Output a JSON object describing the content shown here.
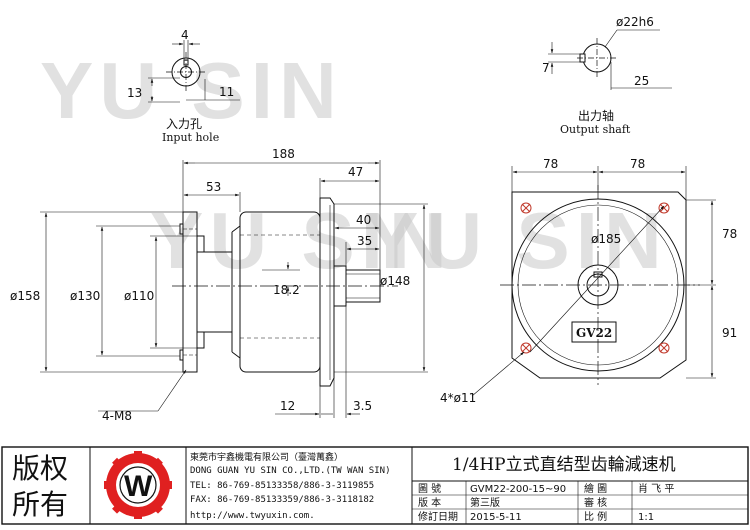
{
  "watermarks": [
    "YU SIN",
    "YU SIN",
    "YU SIN"
  ],
  "input_hole": {
    "label_cn": "入力孔",
    "label_en": "Input hole",
    "dims": [
      "4",
      "13",
      "11"
    ]
  },
  "output_shaft": {
    "label_cn": "出力轴",
    "label_en": "Output shaft",
    "dims": [
      "ø22h6",
      "7",
      "25"
    ]
  },
  "side_view": {
    "dims": [
      "188",
      "53",
      "47",
      "40",
      "35",
      "ø158",
      "ø130",
      "ø110",
      "18.2",
      "ø148",
      "12",
      "3.5",
      "4-M8"
    ]
  },
  "front_view": {
    "dims": [
      "78",
      "78",
      "78",
      "91",
      "ø185",
      "4*ø11"
    ],
    "nameplate": "GV22"
  },
  "title_block": {
    "rights": [
      "版权",
      "所有"
    ],
    "logo_letter": "W",
    "company": [
      "東莞市宇鑫機電有限公司（臺灣萬鑫）",
      "DONG GUAN YU SIN CO.,LTD.(TW WAN SIN)",
      "TEL: 86-769-85133358/886-3-3119855",
      "FAX: 86-769-85133359/886-3-3118182",
      "http://www.twyuxin.com."
    ],
    "title": "1/4HP立式直结型齿輪減速机",
    "rows": [
      {
        "k1": "圖   號",
        "v1": "GVM22-200-15~90",
        "k2": "繪   圖",
        "v2": "肖 飞 平"
      },
      {
        "k1": "版   本",
        "v1": "第三版",
        "k2": "審   核",
        "v2": ""
      },
      {
        "k1": "修訂日期",
        "v1": "2015-5-11",
        "k2": "比   例",
        "v2": "1:1"
      }
    ]
  }
}
